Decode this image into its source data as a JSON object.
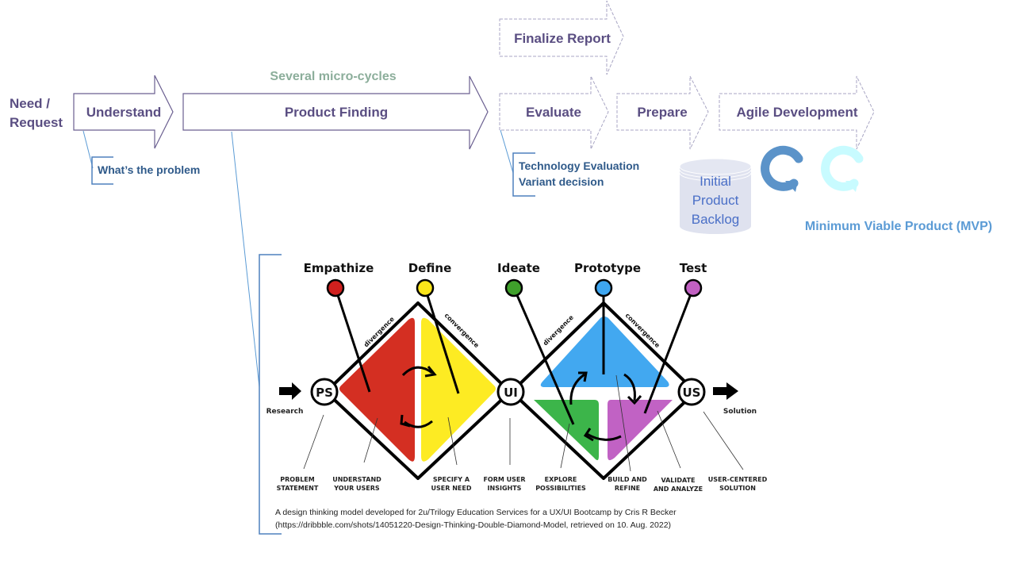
{
  "process": {
    "start_label_line1": "Need /",
    "start_label_line2": "Request",
    "understand": "Understand",
    "micro_cycles": "Several micro-cycles",
    "product_finding": "Product Finding",
    "finalize_report": "Finalize Report",
    "evaluate": "Evaluate",
    "prepare": "Prepare",
    "agile_development": "Agile Development"
  },
  "callouts": {
    "understand_note": "What’s the problem",
    "evaluate_note_line1": "Technology Evaluation",
    "evaluate_note_line2": "Variant decision"
  },
  "backlog": {
    "line1": "Initial",
    "line2": "Product",
    "line3": "Backlog"
  },
  "mvp": {
    "label": "Minimum Viable Product (MVP)",
    "icons": [
      "refresh-cycle-icon",
      "refresh-cycle-icon"
    ],
    "colors": [
      "#5b93c9",
      "#c8fbff"
    ]
  },
  "design_thinking": {
    "phases": [
      {
        "name": "Empathize",
        "color": "#d0201e"
      },
      {
        "name": "Define",
        "color": "#fbe51a"
      },
      {
        "name": "Ideate",
        "color": "#3fa02b"
      },
      {
        "name": "Prototype",
        "color": "#3ea6f0"
      },
      {
        "name": "Test",
        "color": "#c160c2"
      }
    ],
    "nodes": [
      "PS",
      "UI",
      "US"
    ],
    "divergence": "divergence",
    "convergence": "convergence",
    "research": "Research",
    "solution": "Solution",
    "bottom_labels": [
      {
        "line1": "PROBLEM",
        "line2": "STATEMENT"
      },
      {
        "line1": "UNDERSTAND",
        "line2": "YOUR USERS"
      },
      {
        "line1": "SPECIFY A",
        "line2": "USER NEED"
      },
      {
        "line1": "FORM USER",
        "line2": "INSIGHTS"
      },
      {
        "line1": "EXPLORE",
        "line2": "POSSIBILITIES"
      },
      {
        "line1": "BUILD AND",
        "line2": "REFINE"
      },
      {
        "line1": "VALIDATE",
        "line2": "AND ANALYZE"
      },
      {
        "line1": "USER-CENTERED",
        "line2": "SOLUTION"
      }
    ],
    "quadrant_colors": {
      "red": "#d42f22",
      "yellow": "#fdeb23",
      "blue": "#42a8f0",
      "green": "#3cb54a",
      "purple": "#c162c4"
    }
  },
  "caption": {
    "line1": "A design thinking model developed for 2u/Trilogy Education Services for a UX/UI Bootcamp by Cris R Becker",
    "line2": "(https://dribbble.com/shots/14051220-Design-Thinking-Double-Diamond-Model, retrieved on 10. Aug. 2022)"
  }
}
